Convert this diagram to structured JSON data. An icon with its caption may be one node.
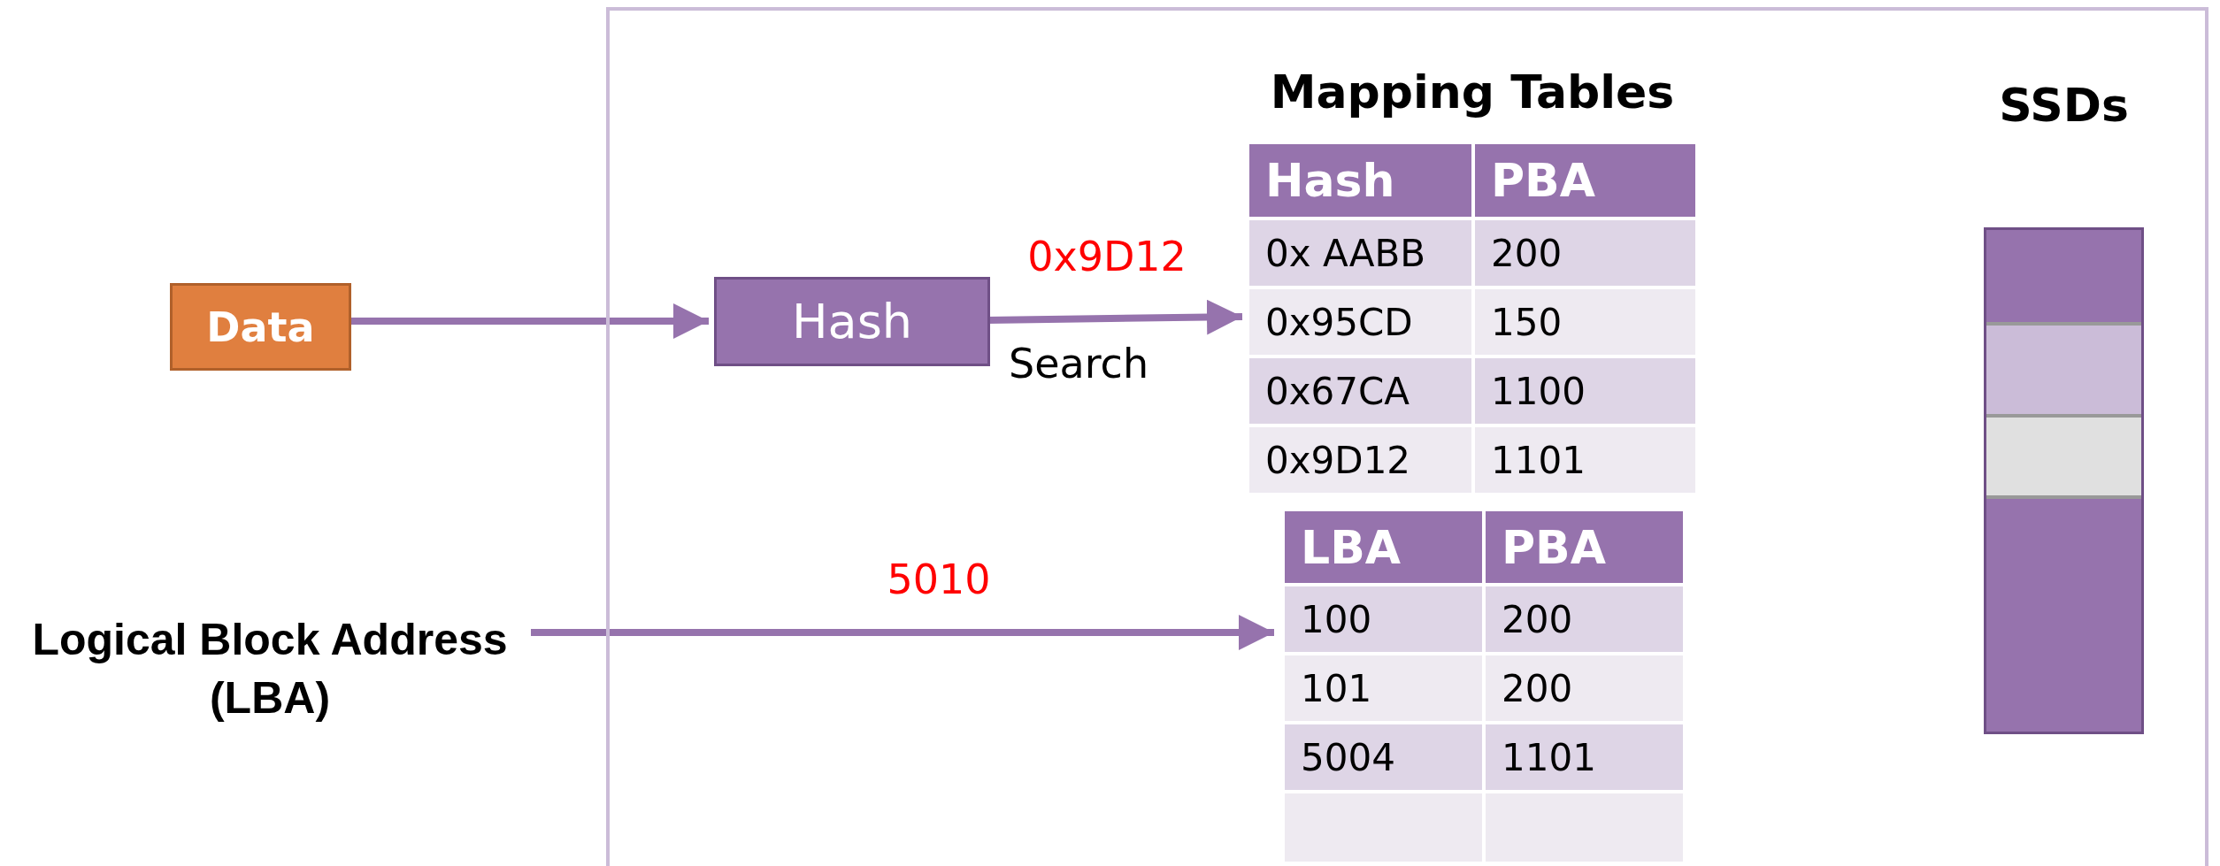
{
  "diagram": {
    "nodes": [
      {
        "text": [],
        "shape": "box"
      },
      {
        "text": [
          "Data"
        ]
      },
      {
        "text": [
          "Hash"
        ],
        "in": 0
      },
      {
        "text": [
          "Mapping Tables"
        ],
        "in": 0
      },
      {
        "text": [],
        "shape": "box",
        "in": 0
      },
      {
        "text": [
          "Logical Block Address (LBA)"
        ]
      },
      {
        "text": [
          "SSDs"
        ],
        "in": 0
      }
    ],
    "edges": [
      {
        "from": 1,
        "to": 2,
        "arrow": "to"
      },
      {
        "from": 2,
        "to": 3,
        "arrow": "to",
        "label": "0x9D12"
      },
      {
        "from": 5,
        "to": 4,
        "arrow": "to",
        "label": "5010"
      }
    ],
    "labels": [
      "Search",
      "Hash",
      "PBA",
      "0x AABB",
      "200",
      "0x95CD",
      "150",
      "0x67CA",
      "1100",
      "0x9D12",
      "1101",
      "LBA",
      "PBA",
      "100",
      "200",
      "101",
      "200",
      "5004",
      "1101"
    ]
  }
}
